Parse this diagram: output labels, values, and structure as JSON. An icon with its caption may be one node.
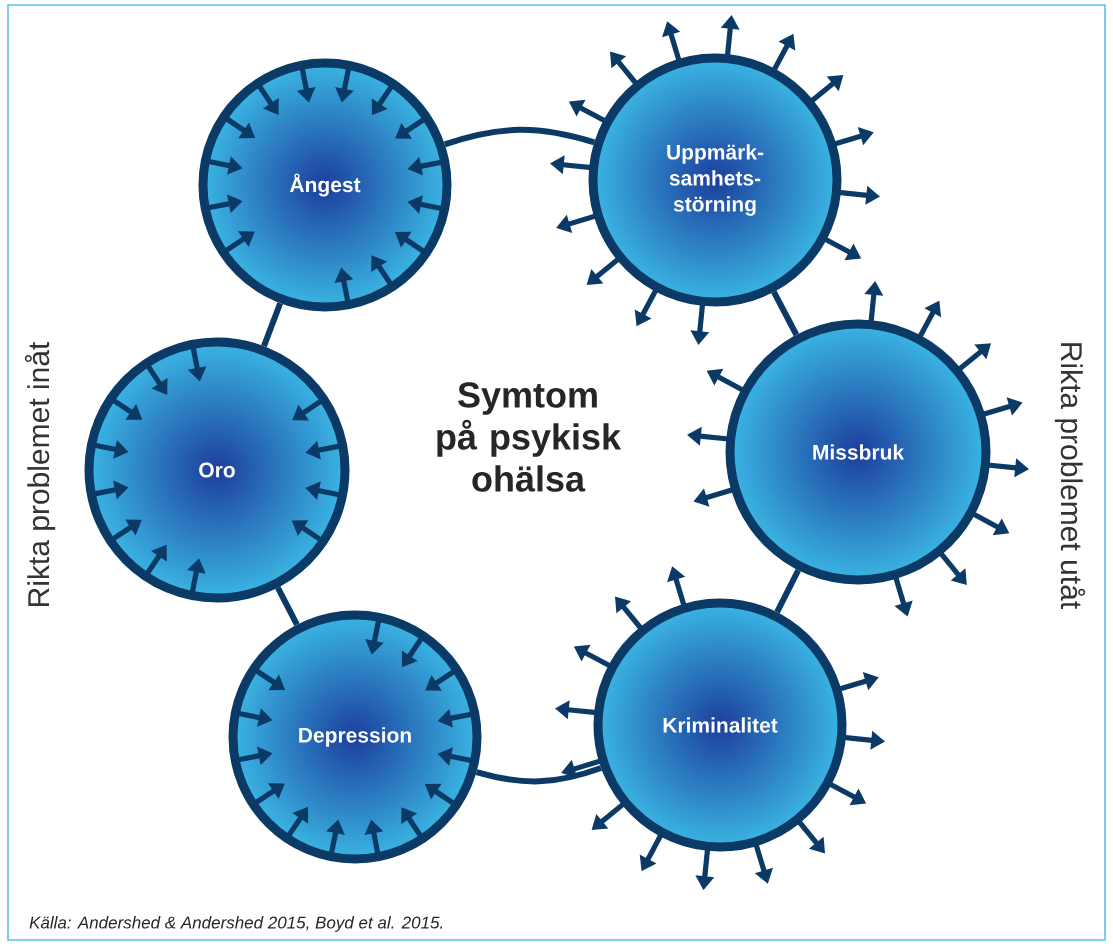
{
  "diagram": {
    "title": "Symtom på psykisk ohälsa",
    "caption": "Källa: Andershed & Andershed 2015, Boyd et al. 2015.",
    "nodes": [
      {
        "text": [
          "Ångest"
        ]
      },
      {
        "text": [
          "Uppmärk- samhets- störning"
        ]
      },
      {
        "text": [
          "Oro"
        ]
      },
      {
        "text": [
          "Missbruk"
        ]
      },
      {
        "text": [
          "Depression"
        ]
      },
      {
        "text": [
          "Kriminalitet"
        ]
      }
    ],
    "edges": [
      {
        "from": 0,
        "to": 1,
        "arrow": "none"
      },
      {
        "from": 0,
        "to": 2,
        "arrow": "none"
      },
      {
        "from": 2,
        "to": 4,
        "arrow": "none"
      },
      {
        "from": 4,
        "to": 5,
        "arrow": "none"
      },
      {
        "from": 5,
        "to": 3,
        "arrow": "none"
      },
      {
        "from": 3,
        "to": 1,
        "arrow": "none"
      }
    ],
    "labels": [
      "Rikta problemet inåt",
      "Rikta problemet utåt"
    ]
  }
}
